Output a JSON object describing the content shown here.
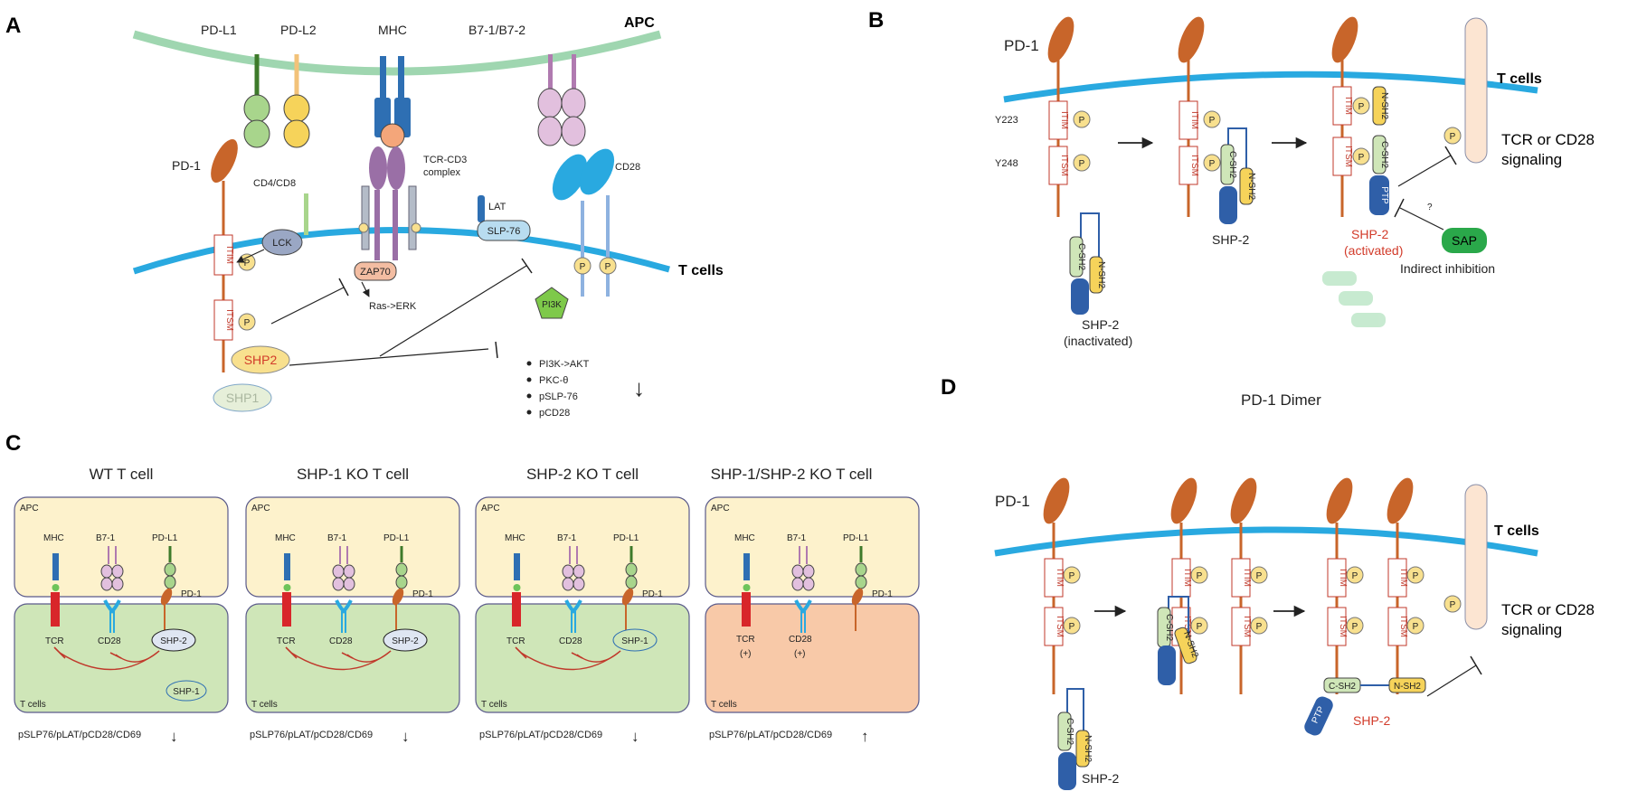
{
  "panel_a": {
    "letter": "A",
    "apc": "APC",
    "tcells": "T cells",
    "pdl1": "PD-L1",
    "pdl2": "PD-L2",
    "mhc": "MHC",
    "b7": "B7-1/B7-2",
    "pd1": "PD-1",
    "cd4cd8": "CD4/CD8",
    "tcr1": "TCR-CD3",
    "tcr2": "complex",
    "cd28": "CD28",
    "lat": "LAT",
    "slp76": "SLP-76",
    "lck": "LCK",
    "zap70": "ZAP70",
    "ras": "Ras->ERK",
    "itim": "ITIM",
    "itsm": "ITSM",
    "p": "P",
    "shp2": "SHP2",
    "shp1": "SHP1",
    "pi3k": "PI3K",
    "effects": [
      "PI3K->AKT",
      "PKC-θ",
      "pSLP-76",
      "pCD28"
    ],
    "down_arrow": "↓"
  },
  "panel_b": {
    "letter": "B",
    "pd1": "PD-1",
    "tcells": "T cells",
    "y223": "Y223",
    "y248": "Y248",
    "itim": "ITIM",
    "itsm": "ITSM",
    "p": "P",
    "csh2": "C-SH2",
    "nsh2": "N-SH2",
    "ptp": "PTP",
    "shp2": "SHP-2",
    "inactivated": "(inactivated)",
    "shp2_act": "SHP-2",
    "activated": "(activated)",
    "sap": "SAP",
    "indirect": "Indirect inhibition",
    "question": "?",
    "signal1": "TCR or CD28",
    "signal2": "signaling"
  },
  "panel_c": {
    "letter": "C",
    "apc": "APC",
    "tcells": "T cells",
    "mhc": "MHC",
    "b71": "B7-1",
    "pdl1": "PD-L1",
    "pd1": "PD-1",
    "tcr": "TCR",
    "cd28": "CD28",
    "plus": "(+)",
    "cells": [
      {
        "title": "WT T cell",
        "summary": "pSLP76/pLAT/pCD28/CD69",
        "arrow": "↓",
        "ko": "none"
      },
      {
        "title": "SHP-1 KO T cell",
        "summary": "pSLP76/pLAT/pCD28/CD69",
        "arrow": "↓",
        "ko": "shp1"
      },
      {
        "title": "SHP-2 KO T cell",
        "summary": "pSLP76/pLAT/pCD28/CD69",
        "arrow": "↓",
        "ko": "shp2"
      },
      {
        "title": "SHP-1/SHP-2 KO T cell",
        "summary": "pSLP76/pLAT/pCD28/CD69",
        "arrow": "↑",
        "ko": "both"
      }
    ],
    "shp2": "SHP-2",
    "shp1": "SHP-1"
  },
  "panel_d": {
    "letter": "D",
    "title": "PD-1 Dimer",
    "pd1": "PD-1",
    "tcells": "T cells",
    "itim": "ITIM",
    "itsm": "ITSM",
    "p": "P",
    "csh2": "C-SH2",
    "nsh2": "N-SH2",
    "ptp": "PTP",
    "shp2": "SHP-2",
    "signal1": "TCR or CD28",
    "signal2": "signaling"
  },
  "colors": {
    "apc_membrane": "#9fd6b0",
    "tcell_membrane": "#29a9e0",
    "pd1": "#c8652a",
    "itim_border": "#c0392b",
    "p_fill": "#f8e08e",
    "shp2_fill": "#2f5fa8",
    "apc_box": "#fdf2cc",
    "tcell_box": "#cfe6b8",
    "ko_box": "#f8c9a8"
  }
}
